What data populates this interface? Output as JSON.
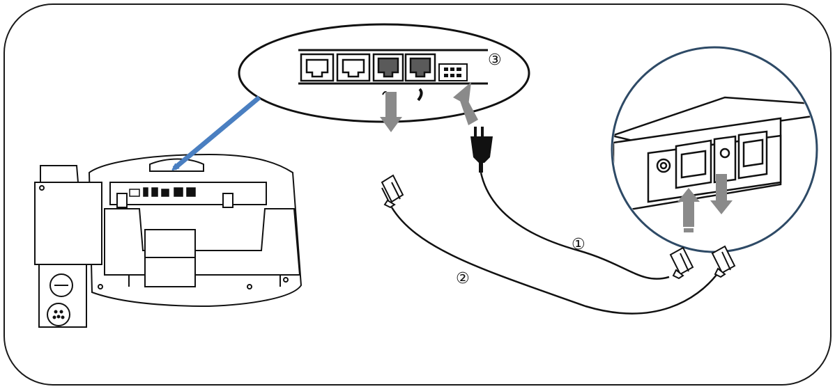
{
  "colors": {
    "frame_stroke": "#1a1a1a",
    "line": "#111111",
    "callout_arrow": "#4a7fc1",
    "flow_arrow": "#8a8a8a",
    "dark_jack": "#5a5a5a",
    "plug": "#111111"
  },
  "steps": {
    "step1": "①",
    "step2": "②",
    "step3": "③"
  },
  "icons": [
    "phone-icon",
    "router-icon",
    "power-plug-icon",
    "ethernet-plug-icon",
    "ethernet-port-icon",
    "arrow-icon"
  ]
}
